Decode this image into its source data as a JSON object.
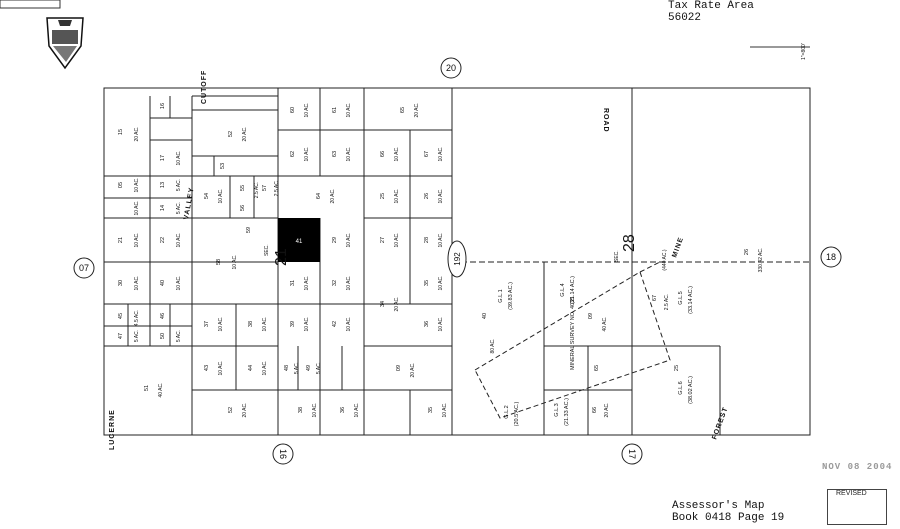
{
  "header": {
    "tax_rate_area_label": "Tax Rate Area",
    "tax_rate_area_code": "56022"
  },
  "footer": {
    "assessor_map_title": "Assessor's Map",
    "book_page": "Book 0418 Page 19",
    "revised_label": "REVISED",
    "date_stamp": "NOV 08 2004"
  },
  "scale_label": "1\"=800'",
  "sections": {
    "s20": "20",
    "s07": "07",
    "s18": "18",
    "s16": "16",
    "s17": "17",
    "route": "192"
  },
  "section_numbers": {
    "n21": "21",
    "n28": "28",
    "sec1": "SEC.",
    "sec2": "SEC."
  },
  "roads": {
    "cutoff": "CUTOFF",
    "valley": "VALLEY",
    "road": "ROAD",
    "mine": "MINE",
    "lucerne": "LUCERNE",
    "forest": "FOREST"
  },
  "mineral_survey": "MINERAL SURVEY NO. 4035",
  "parcels": {
    "p1": "09",
    "p2": "15",
    "p3": "05",
    "p4": "16",
    "p5": "17",
    "p6": "13",
    "p7": "14",
    "p8": "21",
    "p9": "22",
    "p10": "30",
    "p11": "40",
    "p12": "45",
    "p13": "46",
    "p14": "47",
    "p15": "50",
    "p16": "51",
    "p17": "52",
    "p18": "53",
    "p19": "54",
    "p20": "55",
    "p21": "56",
    "p22": "57",
    "p23": "58",
    "p24": "59",
    "p25": "60",
    "p26": "61",
    "p27": "62",
    "p28": "63",
    "p29": "64",
    "p30": "65",
    "p31": "66",
    "p32": "67",
    "p33": "25",
    "p34": "26",
    "p35": "27",
    "p36": "28",
    "p37": "29",
    "p38": "31",
    "p39": "32",
    "p40": "34",
    "p41": "35",
    "p42": "36",
    "p43": "37",
    "p44": "38",
    "p45": "39",
    "p46": "42",
    "p47": "43",
    "p48": "44",
    "p49": "41",
    "p50": "48",
    "p51": "49"
  },
  "acreage": {
    "a20": "20 AC.",
    "a10": "10 AC.",
    "a5": "5 AC.",
    "a40": "40 AC.",
    "a25": "2.5 AC.",
    "a45": "4.5 AC.",
    "a80": "80 AC.",
    "gl1": "G.L.1",
    "gl1ac": "(39.83 AC.)",
    "gl2": "G.L.2",
    "gl2ac": "(20.5 AC.)",
    "gl3": "G.L.3",
    "gl3ac": "(21.33 AC.)",
    "gl4": "G.L.4",
    "gl4ac": "(21.14 AC.)",
    "gl5": "G.L.5",
    "gl5ac": "(33.14 AC.)",
    "gl6": "G.L.6",
    "gl6ac": "(38.02 AC.)",
    "a330": "330.42 AC.",
    "a440": "(440 AC.)"
  }
}
